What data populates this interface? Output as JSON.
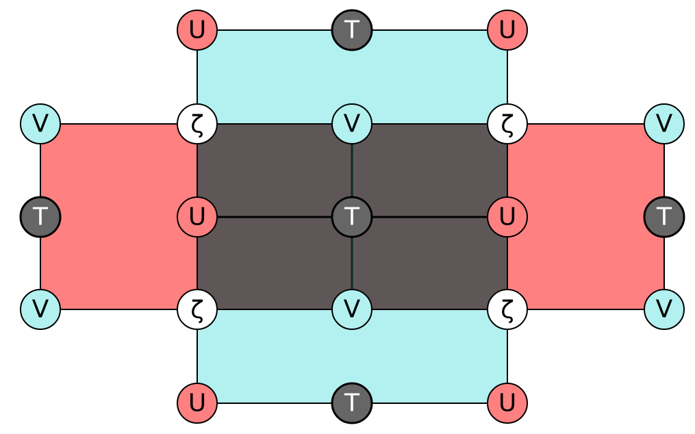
{
  "colors": {
    "red": "#ff8080",
    "cyan": "#b3f0f0",
    "dark": "#5f5757",
    "node_dark": "#666666",
    "node_white": "#ffffff",
    "edge": "#000000"
  },
  "labels": {
    "U": "U",
    "T": "T",
    "V": "V",
    "Z": "ζ"
  },
  "nodes": [
    {
      "id": "u_top_left",
      "label": "U",
      "kind": "red"
    },
    {
      "id": "t_top",
      "label": "T",
      "kind": "dark"
    },
    {
      "id": "u_top_right",
      "label": "U",
      "kind": "red"
    },
    {
      "id": "v_left_top",
      "label": "V",
      "kind": "cyan"
    },
    {
      "id": "z_top_left",
      "label": "ζ",
      "kind": "white"
    },
    {
      "id": "v_center_top",
      "label": "V",
      "kind": "cyan"
    },
    {
      "id": "z_top_right",
      "label": "ζ",
      "kind": "white"
    },
    {
      "id": "v_right_top",
      "label": "V",
      "kind": "cyan"
    },
    {
      "id": "t_left",
      "label": "T",
      "kind": "dark"
    },
    {
      "id": "u_mid_left",
      "label": "U",
      "kind": "red"
    },
    {
      "id": "t_center",
      "label": "T",
      "kind": "dark"
    },
    {
      "id": "u_mid_right",
      "label": "U",
      "kind": "red"
    },
    {
      "id": "t_right",
      "label": "T",
      "kind": "dark"
    },
    {
      "id": "v_left_bottom",
      "label": "V",
      "kind": "cyan"
    },
    {
      "id": "z_bottom_left",
      "label": "ζ",
      "kind": "white"
    },
    {
      "id": "v_center_bottom",
      "label": "V",
      "kind": "cyan"
    },
    {
      "id": "z_bottom_right",
      "label": "ζ",
      "kind": "white"
    },
    {
      "id": "v_right_bottom",
      "label": "V",
      "kind": "cyan"
    },
    {
      "id": "u_bottom_left",
      "label": "U",
      "kind": "red"
    },
    {
      "id": "t_bottom",
      "label": "T",
      "kind": "dark"
    },
    {
      "id": "u_bottom_right",
      "label": "U",
      "kind": "red"
    }
  ]
}
